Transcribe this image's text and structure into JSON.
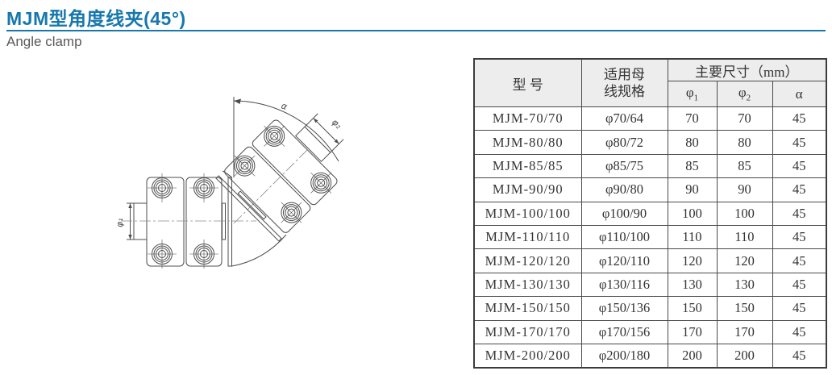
{
  "page": {
    "title": "MJM型角度线夹(45°)",
    "subtitle": "Angle clamp",
    "accent_color": "#1878ad"
  },
  "drawing": {
    "labels": {
      "phi1": "φ₁",
      "phi2": "φ₂",
      "alpha": "α"
    }
  },
  "table": {
    "header": {
      "model": "型  号",
      "busbar_line1": "适用母",
      "busbar_line2": "线规格",
      "dims_group": "主要尺寸（mm）",
      "phi1": {
        "sym": "φ",
        "sub": "1"
      },
      "phi2": {
        "sym": "φ",
        "sub": "2"
      },
      "alpha": "α"
    },
    "rows": [
      {
        "model": "MJM-70/70",
        "busbar": "φ70/64",
        "phi1": "70",
        "phi2": "70",
        "alpha": "45"
      },
      {
        "model": "MJM-80/80",
        "busbar": "φ80/72",
        "phi1": "80",
        "phi2": "80",
        "alpha": "45"
      },
      {
        "model": "MJM-85/85",
        "busbar": "φ85/75",
        "phi1": "85",
        "phi2": "85",
        "alpha": "45"
      },
      {
        "model": "MJM-90/90",
        "busbar": "φ90/80",
        "phi1": "90",
        "phi2": "90",
        "alpha": "45"
      },
      {
        "model": "MJM-100/100",
        "busbar": "φ100/90",
        "phi1": "100",
        "phi2": "100",
        "alpha": "45"
      },
      {
        "model": "MJM-110/110",
        "busbar": "φ110/100",
        "phi1": "110",
        "phi2": "110",
        "alpha": "45"
      },
      {
        "model": "MJM-120/120",
        "busbar": "φ120/110",
        "phi1": "120",
        "phi2": "120",
        "alpha": "45"
      },
      {
        "model": "MJM-130/130",
        "busbar": "φ130/116",
        "phi1": "130",
        "phi2": "130",
        "alpha": "45"
      },
      {
        "model": "MJM-150/150",
        "busbar": "φ150/136",
        "phi1": "150",
        "phi2": "150",
        "alpha": "45"
      },
      {
        "model": "MJM-170/170",
        "busbar": "φ170/156",
        "phi1": "170",
        "phi2": "170",
        "alpha": "45"
      },
      {
        "model": "MJM-200/200",
        "busbar": "φ200/180",
        "phi1": "200",
        "phi2": "200",
        "alpha": "45"
      }
    ]
  }
}
